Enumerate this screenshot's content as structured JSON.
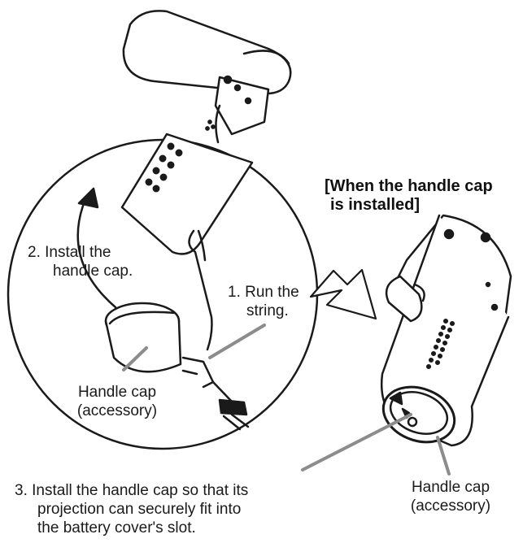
{
  "heading": {
    "line1": "[When the handle cap",
    "line2": "is installed]"
  },
  "labels": {
    "step1_line1": "1. Run the",
    "step1_line2": "string.",
    "step2_line1": "2. Install the",
    "step2_line2": "handle cap.",
    "cap_left_line1": "Handle cap",
    "cap_left_line2": "(accessory)",
    "cap_right_line1": "Handle cap",
    "cap_right_line2": "(accessory)",
    "step3_line1": "3. Install the handle cap so that its",
    "step3_line2": "projection can securely fit into",
    "step3_line3": "the battery cover's slot."
  },
  "icons": {
    "dryer_top": "hair-dryer-head",
    "handle_installed": "dryer-handle-with-cap",
    "arrow": "hollow-right-arrow",
    "curved_arrow": "curved-arrow"
  }
}
